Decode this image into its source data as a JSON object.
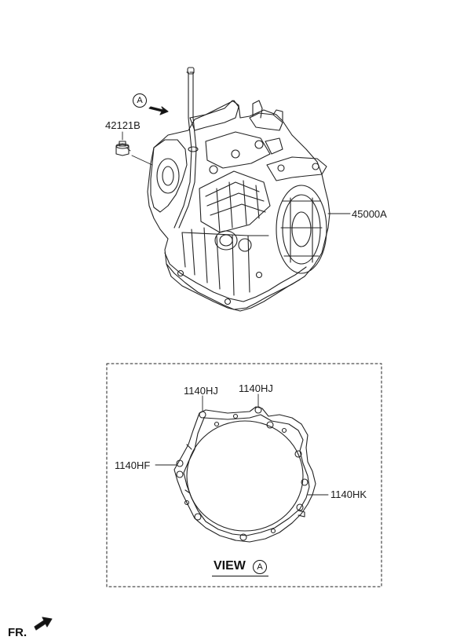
{
  "parts": {
    "drain_plug": "42121B",
    "transaxle_assy": "45000A",
    "bolt_top_left": "1140HJ",
    "bolt_top_right": "1140HJ",
    "bolt_left": "1140HF",
    "bolt_right": "1140HK"
  },
  "view": {
    "title": "VIEW",
    "marker": "A"
  },
  "arrow_marker": "A",
  "front_label": "FR."
}
